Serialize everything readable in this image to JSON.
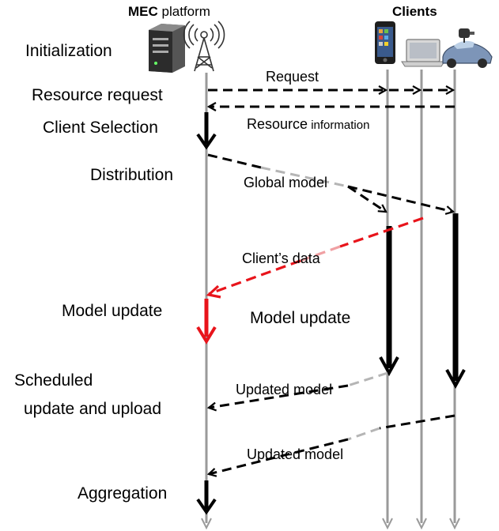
{
  "header": {
    "mec_bold": "MEC",
    "mec_rest": " platform",
    "clients": "Clients"
  },
  "steps": {
    "initialization": "Initialization",
    "resource_request": "Resource request",
    "client_selection": "Client Selection",
    "distribution": "Distribution",
    "model_update_server": "Model update",
    "scheduled_line1": "Scheduled",
    "scheduled_line2": "update and upload",
    "aggregation": "Aggregation"
  },
  "messages": {
    "request": "Request",
    "resource_info_1": "Resource",
    "resource_info_2": " information",
    "global_model": "Global model",
    "clients_data": "Client’s data",
    "model_update_clients": "Model update",
    "updated_model_1": "Updated model",
    "updated_model_2": "Updated model"
  },
  "icons": {
    "server": "server-icon",
    "antenna": "antenna-icon",
    "phone": "smartphone-icon",
    "laptop": "laptop-icon",
    "car": "car-icon"
  },
  "colors": {
    "lifeline": "#9a9a9a",
    "arrow": "#000000",
    "highlight": "#e8141b"
  }
}
